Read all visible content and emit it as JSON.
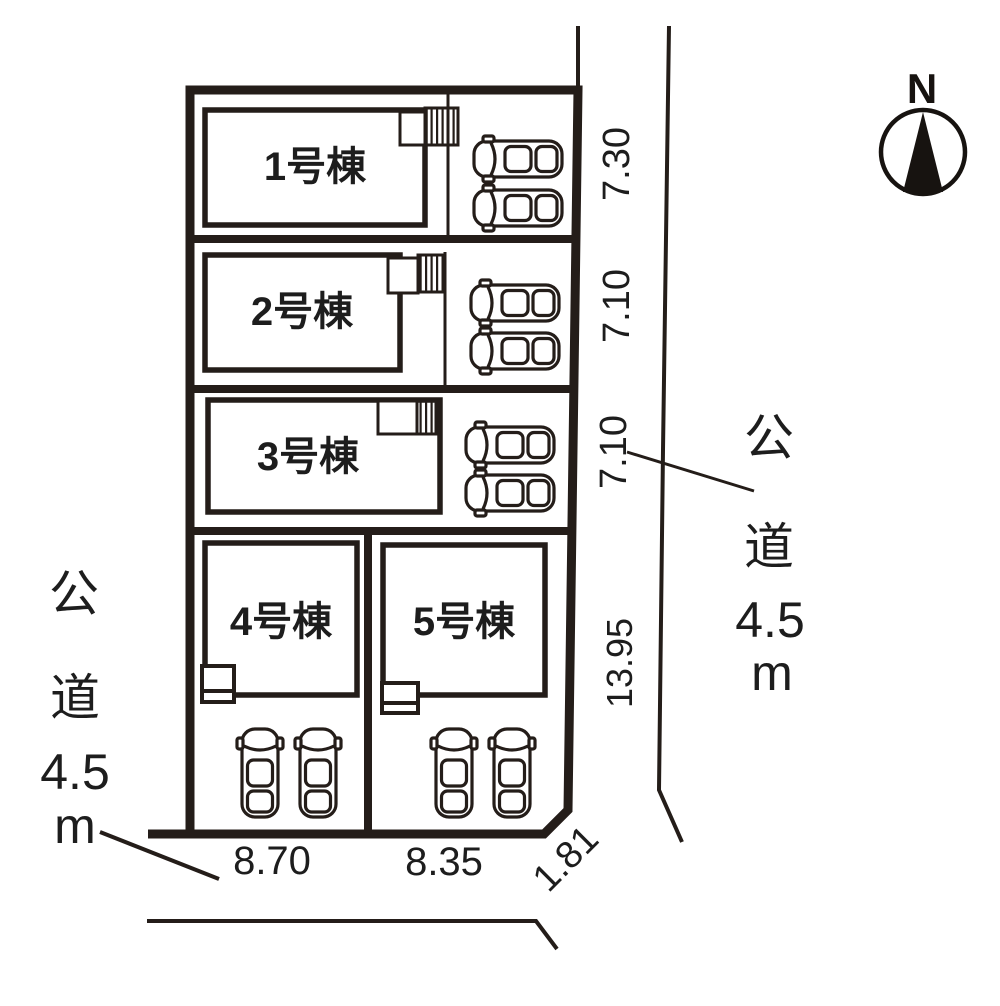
{
  "page": {
    "background": "#ffffff",
    "line_color": "#241d19",
    "text_color": "#1d1d1d"
  },
  "compass": {
    "label": "N",
    "needle_icon": "north-needle"
  },
  "buildings": [
    {
      "label": "1号棟"
    },
    {
      "label": "2号棟"
    },
    {
      "label": "3号棟"
    },
    {
      "label": "4号棟"
    },
    {
      "label": "5号棟"
    }
  ],
  "dimensions": {
    "right_side": [
      "7.30",
      "7.10",
      "7.10",
      "13.95"
    ],
    "corner": "1.81",
    "bottom": [
      "8.70",
      "8.35"
    ]
  },
  "roads": {
    "left": {
      "chars": [
        "公",
        "道",
        "4.5",
        "m"
      ]
    },
    "right": {
      "chars": [
        "公",
        "道",
        "4.5",
        "m"
      ]
    }
  },
  "icons": {
    "car": "car-top-view-icon",
    "stairs": "stairs-hatch-icon",
    "compass": "compass-north-icon"
  }
}
